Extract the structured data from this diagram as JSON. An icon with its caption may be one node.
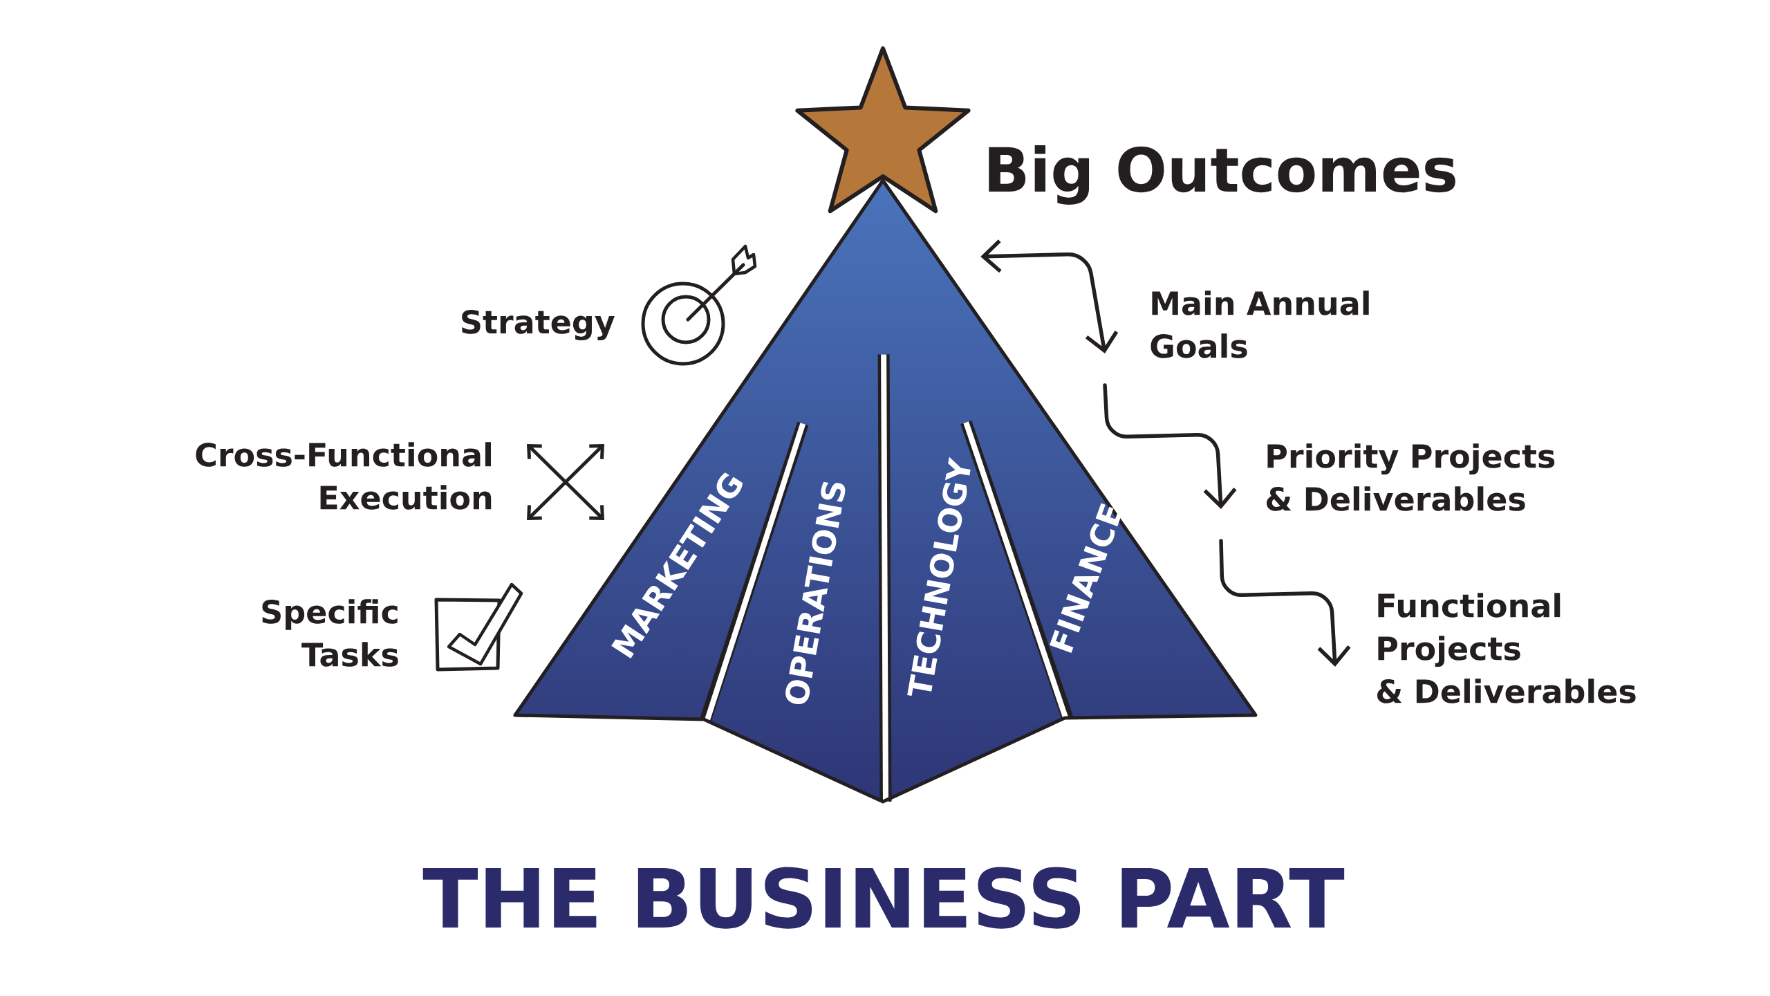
{
  "diagram": {
    "title": "THE BUSINESS PART",
    "nodes": [
      {
        "text": [],
        "shape": "triangle"
      },
      {
        "text": [
          "MARKETING"
        ],
        "in": 0
      },
      {
        "text": [
          "OPERATIONS"
        ],
        "in": 0
      },
      {
        "text": [
          "TECHNOLOGY"
        ],
        "in": 0
      },
      {
        "text": [
          "FINANCE"
        ],
        "in": 0
      },
      {
        "text": [
          "Main Annual Goals"
        ]
      },
      {
        "text": [
          "Priority Projects & Deliverables"
        ]
      },
      {
        "text": [
          "Functional Projects & Deliverables"
        ]
      }
    ],
    "edges": [
      {
        "from": 0,
        "to": 5,
        "arrow": "both"
      },
      {
        "from": 5,
        "to": 6,
        "arrow": "to"
      },
      {
        "from": 6,
        "to": 7,
        "arrow": "to"
      }
    ],
    "labels": [
      "Big Outcomes",
      "Strategy",
      "Cross-Functional Execution",
      "Specific Tasks"
    ]
  }
}
